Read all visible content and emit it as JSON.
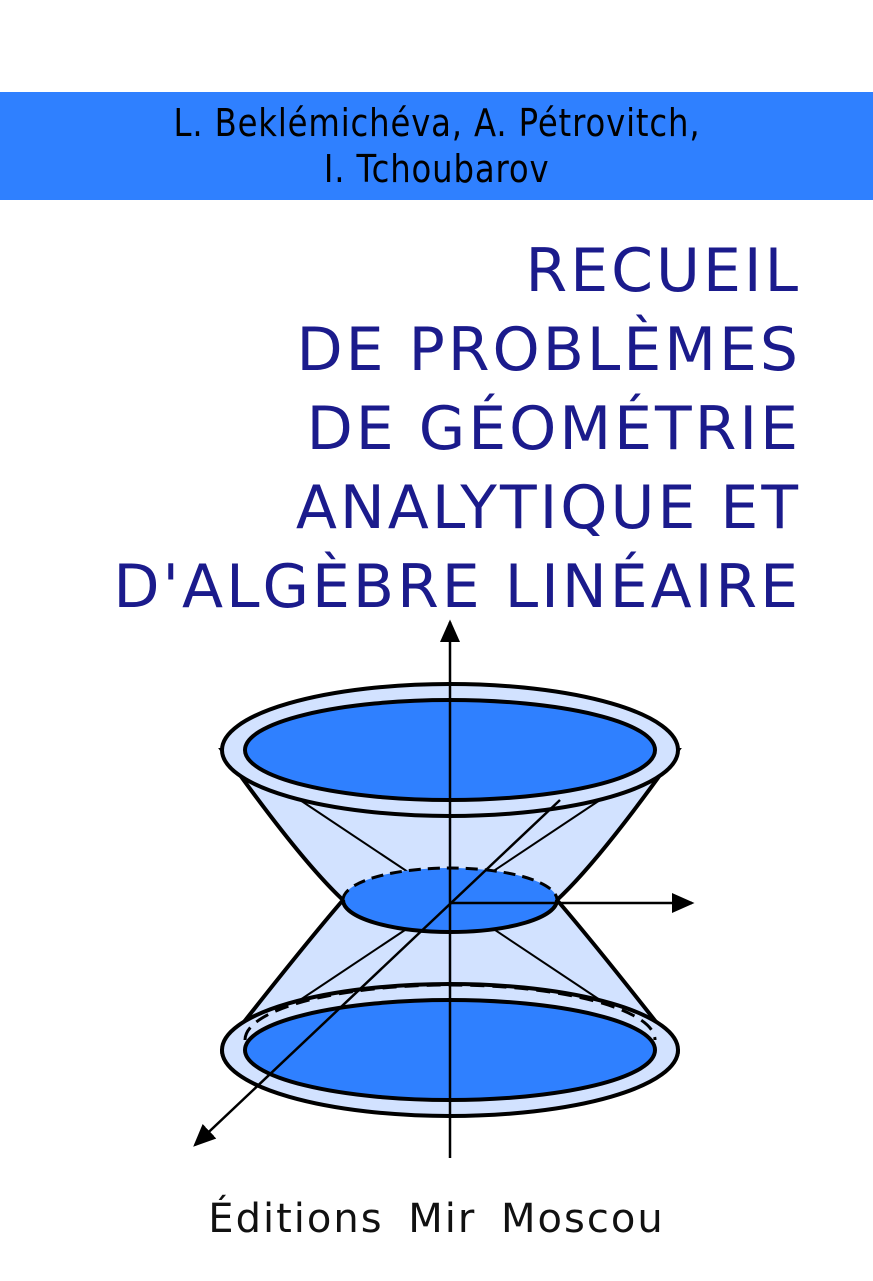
{
  "authors": [
    "L. Beklémichéva, A. Pétrovitch,",
    "I. Tchoubarov"
  ],
  "title_lines": [
    "RECUEIL",
    "DE PROBLÈMES",
    "DE GÉOMÉTRIE",
    "ANALYTIQUE ET",
    "D'ALGÈBRE LINÉAIRE"
  ],
  "publisher": "Éditions Mir Moscou",
  "colors": {
    "banner": "#2f80ff",
    "title": "#1b1b8c",
    "surface": "#d2e2ff",
    "disc": "#2f80ff"
  }
}
